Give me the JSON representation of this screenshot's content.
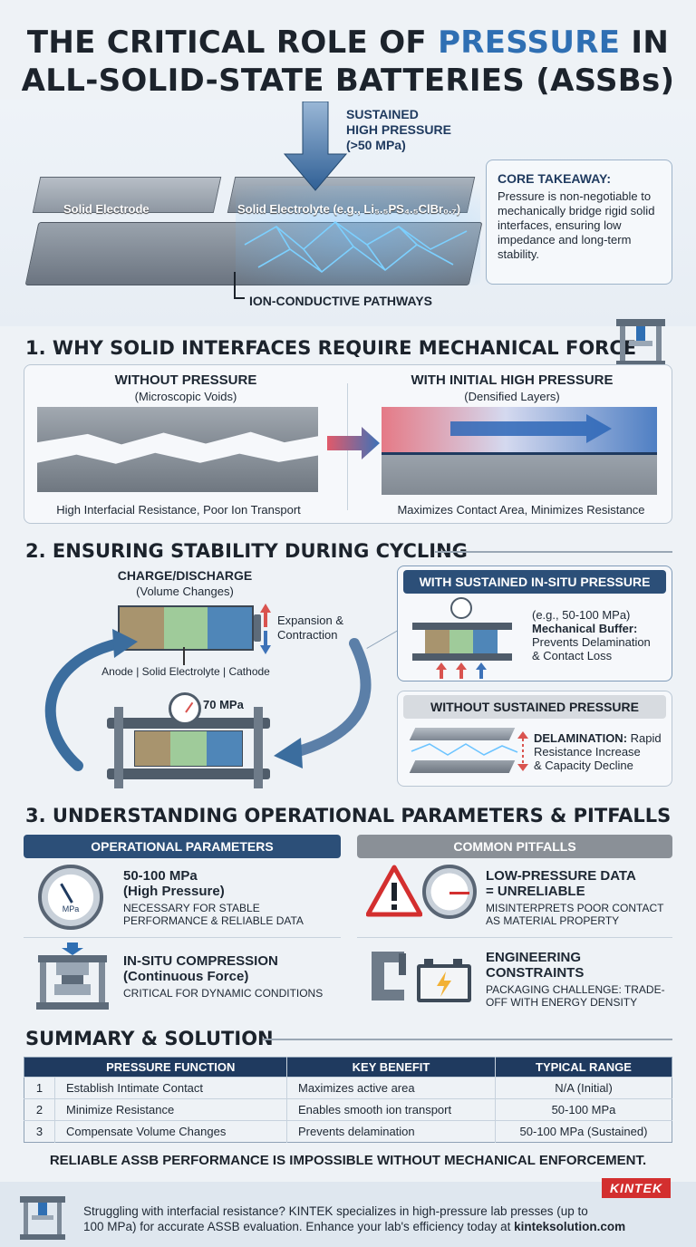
{
  "header": {
    "title_line1": "THE CRITICAL ROLE OF",
    "title_highlight": "PRESSURE",
    "title_line1_end": "IN",
    "title_line2": "ALL-SOLID-STATE BATTERIES (ASSBs)"
  },
  "hero": {
    "pressure_line1": "SUSTAINED",
    "pressure_line2": "HIGH PRESSURE",
    "pressure_line3": "(>50 MPa)",
    "electrode_label": "Solid Electrode",
    "electrolyte_label": "Solid Electrolyte (e.g., Li₅.₅PS₄.₅ClBr₀.₇)",
    "pathways_label": "ION-CONDUCTIVE PATHWAYS",
    "takeaway_title": "CORE TAKEAWAY:",
    "takeaway_text": "Pressure is non-negotiable to mechanically bridge rigid solid interfaces, ensuring low impedance and long-term stability."
  },
  "section1": {
    "title": "1. WHY SOLID INTERFACES REQUIRE MECHANICAL FORCE",
    "left_title": "WITHOUT PRESSURE",
    "left_sub": "(Microscopic Voids)",
    "left_caption": "High Interfacial Resistance, Poor Ion Transport",
    "right_title": "WITH INITIAL HIGH PRESSURE",
    "right_sub": "(Densified Layers)",
    "right_caption": "Maximizes Contact Area, Minimizes Resistance"
  },
  "section2": {
    "title": "2. ENSURING STABILITY DURING CYCLING",
    "cycle_title": "CHARGE/DISCHARGE",
    "cycle_sub": "(Volume Changes)",
    "expansion": "Expansion &",
    "contraction": "Contraction",
    "cell_label": "Anode | Solid Electrolyte | Cathode",
    "gauge_value": "70 MPa",
    "with_title": "WITH SUSTAINED IN-SITU PRESSURE",
    "with_range": "(e.g., 50-100 MPa)",
    "with_buffer_title": "Mechanical Buffer:",
    "with_buffer_text1": "Prevents Delamination",
    "with_buffer_text2": "& Contact Loss",
    "without_title": "WITHOUT SUSTAINED PRESSURE",
    "delam_bold": "DELAMINATION:",
    "delam_text1": "Rapid",
    "delam_text2": "Resistance Increase",
    "delam_text3": "& Capacity Decline"
  },
  "section3": {
    "title": "3. UNDERSTANDING OPERATIONAL PARAMETERS & PITFALLS",
    "params_header": "OPERATIONAL PARAMETERS",
    "pitfalls_header": "COMMON PITFALLS",
    "gauge_unit": "MPa",
    "p1_title1": "50-100 MPa",
    "p1_title2": "(High Pressure)",
    "p1_text1": "NECESSARY FOR STABLE",
    "p1_text2": "PERFORMANCE & RELIABLE DATA",
    "p2_title1": "IN-SITU COMPRESSION",
    "p2_title2": "(Continuous Force)",
    "p2_text": "CRITICAL FOR DYNAMIC CONDITIONS",
    "f1_title1": "LOW-PRESSURE DATA",
    "f1_title2": "= UNRELIABLE",
    "f1_text1": "MISINTERPRETS POOR CONTACT",
    "f1_text2": "AS MATERIAL PROPERTY",
    "f2_title1": "ENGINEERING",
    "f2_title2": "CONSTRAINTS",
    "f2_text1": "PACKAGING CHALLENGE: TRADE-",
    "f2_text2": "OFF WITH ENERGY DENSITY"
  },
  "summary": {
    "title": "SUMMARY & SOLUTION",
    "headers": [
      "PRESSURE FUNCTION",
      "KEY BENEFIT",
      "TYPICAL RANGE"
    ],
    "rows": [
      {
        "num": "1",
        "function": "Establish Intimate Contact",
        "benefit": "Maximizes active area",
        "range": "N/A (Initial)"
      },
      {
        "num": "2",
        "function": "Minimize Resistance",
        "benefit": "Enables smooth ion transport",
        "range": "50-100 MPa"
      },
      {
        "num": "3",
        "function": "Compensate Volume Changes",
        "benefit": "Prevents delamination",
        "range": "50-100 MPa (Sustained)"
      }
    ],
    "conclusion": "RELIABLE ASSB PERFORMANCE IS IMPOSSIBLE WITHOUT MECHANICAL ENFORCEMENT."
  },
  "footer": {
    "brand": "KINTEK",
    "line1": "Struggling with interfacial resistance? KINTEK specializes in high-pressure lab presses (up to",
    "line2": "100 MPa) for accurate ASSB evaluation. Enhance your lab's efficiency today at",
    "link": "kinteksolution.com"
  },
  "colors": {
    "navy": "#1f3a5f",
    "accent": "#2f6fb3",
    "brand_red": "#d32f2f",
    "gray_header": "#8a9097"
  }
}
